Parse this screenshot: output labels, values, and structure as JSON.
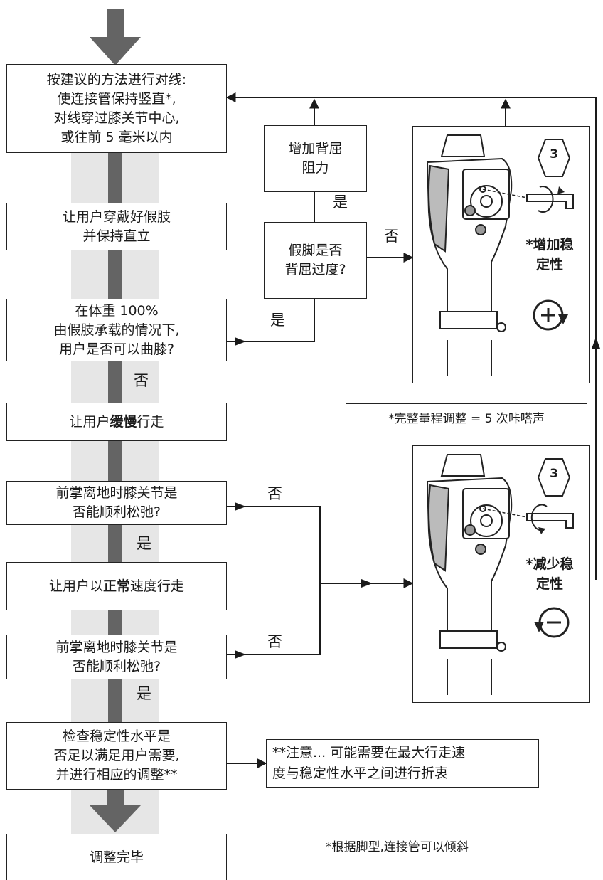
{
  "steps": {
    "align": [
      "按建议的方法进行对线:",
      "使连接管保持竖直*,",
      "对线穿过膝关节中心,",
      "或往前 5 毫米以内"
    ],
    "stand": [
      "让用户穿戴好假肢",
      "并保持直立"
    ],
    "flex_q": [
      "在体重 100%",
      "由假肢承载的情况下,",
      "用户是否可以曲膝?"
    ],
    "walk_slow": {
      "pre": "让用户",
      "bold": "缓慢",
      "post": "行走"
    },
    "release_q1": [
      "前掌离地时膝关节是",
      "否能顺利松弛?"
    ],
    "walk_normal": {
      "pre": "让用户以",
      "bold": "正常",
      "post": "速度行走"
    },
    "release_q2": [
      "前掌离地时膝关节是",
      "否能顺利松弛?"
    ],
    "check": [
      "检查稳定性水平是",
      "否足以满足用户需要,",
      "并进行相应的调整**"
    ],
    "done": "调整完毕"
  },
  "side": {
    "dorsi_q": [
      "假脚是否",
      "背屈过度?"
    ],
    "add_resist": [
      "增加背屈",
      "阻力"
    ]
  },
  "answers": {
    "yes_flex": "是",
    "no_flex": "否",
    "yes_dorsi": "是",
    "no_dorsi": "否",
    "no_release1": "否",
    "yes_release1": "是",
    "no_release2": "否",
    "yes_release2": "是"
  },
  "panels": {
    "increase": {
      "badge": "3",
      "label": [
        "*增加稳",
        "定性"
      ],
      "icon": "plus-rotate-icon"
    },
    "decrease": {
      "badge": "3",
      "label": [
        "*减少稳",
        "定性"
      ],
      "icon": "minus-rotate-icon"
    }
  },
  "notes": {
    "range": "*完整量程调整 = 5 次咔嗒声",
    "caution": [
      "**注意... 可能需要在最大行走速",
      "度与稳定性水平之间进行折衷"
    ],
    "footnote": "*根据脚型,连接管可以倾斜"
  },
  "colors": {
    "spine": "#646464",
    "band": "#e6e6e6",
    "line": "#1a1a1a"
  }
}
